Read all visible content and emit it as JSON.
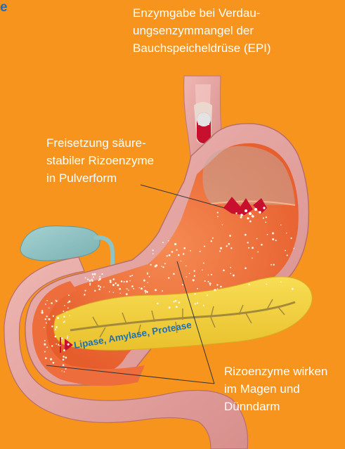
{
  "colors": {
    "background": "#f7941d",
    "tissue_wall": "#e7a3a0",
    "tissue_dark": "#c97f7f",
    "stomach_interior": "#ee6d3d",
    "stomach_lumen_dark": "#c45a34",
    "pancreas": "#f6d33d",
    "pancreas_duct": "#a38a3a",
    "gallbladder": "#8fc3c4",
    "capsule_red": "#c8102e",
    "enzyme_text": "#1f6fb4",
    "label_text": "#ffffff"
  },
  "corner_mark": "e",
  "labels": {
    "top": "Enzymgabe bei Verdau-\nungsenzymmangel der\nBauchspeicheldrüse (EPI)",
    "release": "Freisetzung säure-\nstabiler Rizoenzyme\nin Pulverform",
    "action": "Rizoenzyme wirken\nim Magen und\nDünndarm"
  },
  "enzymes_label": "Lipase, Amylase, Protease"
}
